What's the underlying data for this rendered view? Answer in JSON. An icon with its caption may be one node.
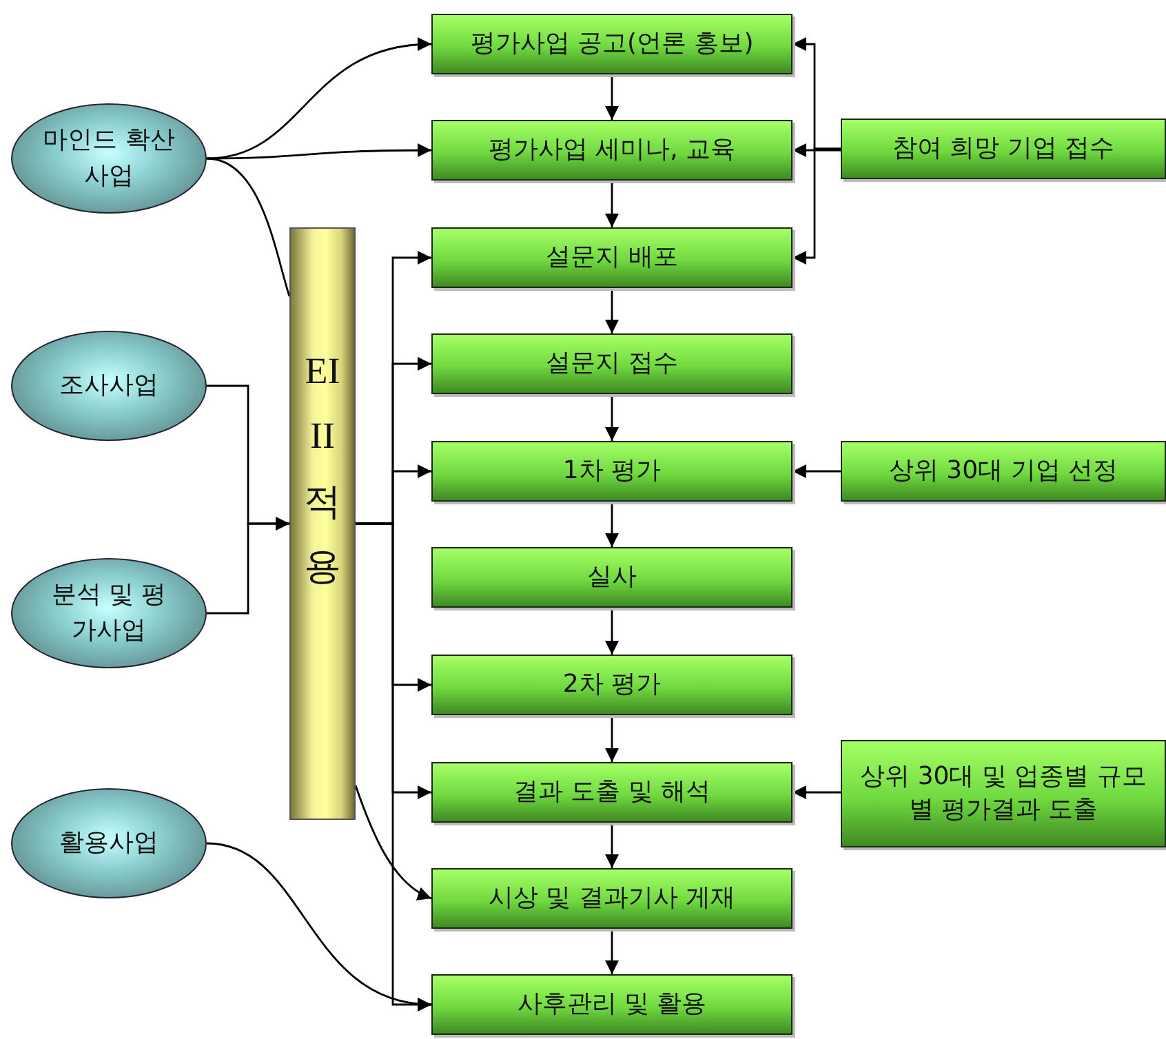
{
  "diagram": {
    "nodes": [
      {
        "text": [
          "마인드 확산사업"
        ]
      },
      {
        "text": [
          "조사사업"
        ]
      },
      {
        "text": [
          "분석 및 평가사업"
        ]
      },
      {
        "text": [
          "활용사업"
        ]
      },
      {
        "text": [
          "EIII 적용"
        ]
      },
      {
        "text": [
          "평가사업 공고(언론 홍보)"
        ]
      },
      {
        "text": [
          "평가사업 세미나, 교육"
        ]
      },
      {
        "text": [
          "설문지 배포"
        ]
      },
      {
        "text": [
          "설문지 접수"
        ]
      },
      {
        "text": [
          "1차 평가"
        ]
      },
      {
        "text": [
          "실사"
        ]
      },
      {
        "text": [
          "2차 평가"
        ]
      },
      {
        "text": [
          "결과 도출 및 해석"
        ]
      },
      {
        "text": [
          "시상 및 결과기사 게재"
        ]
      },
      {
        "text": [
          "사후관리 및 활용"
        ]
      },
      {
        "text": [
          "참여 희망 기업 접수"
        ]
      },
      {
        "text": [
          "상위 30대 기업 선정"
        ]
      },
      {
        "text": [
          "상위 30대 및 업종별 규모별 평가결과 도출"
        ]
      }
    ],
    "edges": [
      {
        "from": 0,
        "to": 5,
        "arrow": "to"
      },
      {
        "from": 0,
        "to": 6,
        "arrow": "to"
      },
      {
        "from": 0,
        "to": 4,
        "arrow": "none"
      },
      {
        "from": 1,
        "to": 4,
        "arrow": "to"
      },
      {
        "from": 2,
        "to": 4,
        "arrow": "to"
      },
      {
        "from": 4,
        "to": 7,
        "arrow": "to"
      },
      {
        "from": 4,
        "to": 8,
        "arrow": "to"
      },
      {
        "from": 4,
        "to": 9,
        "arrow": "to"
      },
      {
        "from": 4,
        "to": 11,
        "arrow": "to"
      },
      {
        "from": 4,
        "to": 12,
        "arrow": "to"
      },
      {
        "from": 4,
        "to": 14,
        "arrow": "to"
      },
      {
        "from": 4,
        "to": 13,
        "arrow": "to"
      },
      {
        "from": 3,
        "to": 14,
        "arrow": "to"
      },
      {
        "from": 5,
        "to": 6,
        "arrow": "to"
      },
      {
        "from": 6,
        "to": 7,
        "arrow": "to"
      },
      {
        "from": 7,
        "to": 8,
        "arrow": "to"
      },
      {
        "from": 8,
        "to": 9,
        "arrow": "to"
      },
      {
        "from": 9,
        "to": 10,
        "arrow": "to"
      },
      {
        "from": 10,
        "to": 11,
        "arrow": "to"
      },
      {
        "from": 11,
        "to": 12,
        "arrow": "to"
      },
      {
        "from": 12,
        "to": 13,
        "arrow": "to"
      },
      {
        "from": 13,
        "to": 14,
        "arrow": "to"
      },
      {
        "from": 15,
        "to": 5,
        "arrow": "to"
      },
      {
        "from": 15,
        "to": 6,
        "arrow": "to"
      },
      {
        "from": 15,
        "to": 7,
        "arrow": "to"
      },
      {
        "from": 16,
        "to": 9,
        "arrow": "to"
      },
      {
        "from": 17,
        "to": 12,
        "arrow": "to"
      }
    ]
  }
}
